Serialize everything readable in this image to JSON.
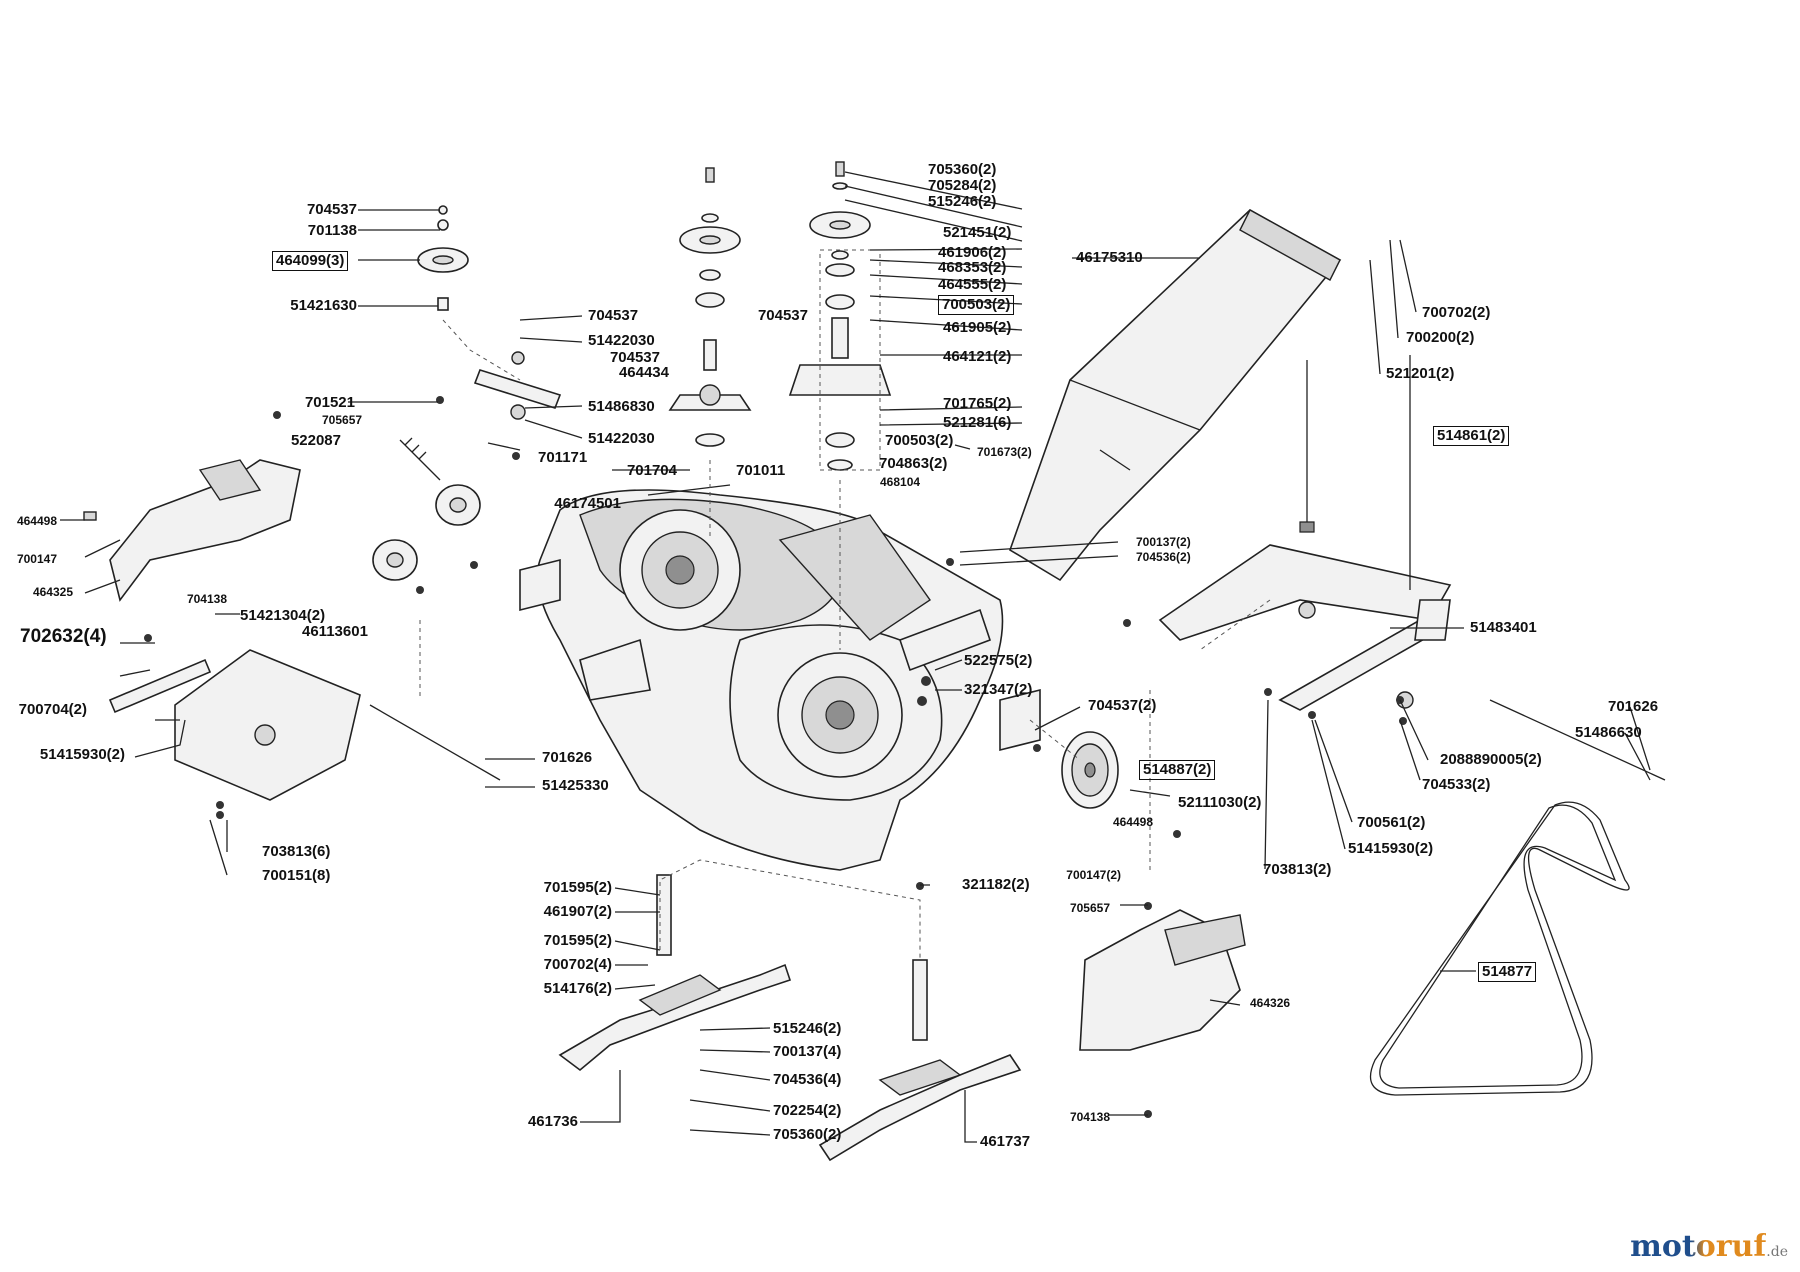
{
  "diagram": {
    "parts": {
      "p704537a": "704537",
      "p701138": "701138",
      "p464099": "464099(3)",
      "p51421630": "51421630",
      "p704537b": "704537",
      "p51422030a": "51422030",
      "p704537c": "704537",
      "p464434": "464434",
      "p51486830": "51486830",
      "p51422030b": "51422030",
      "p701521": "701521",
      "p705657a": "705657",
      "p522087": "522087",
      "p701171": "701171",
      "p701704": "701704",
      "p701011": "701011",
      "p46174501": "46174501",
      "p464498a": "464498",
      "p700147a": "700147",
      "p464325": "464325",
      "p704138a": "704138",
      "p51421304": "51421304(2)",
      "p46113601": "46113601",
      "p702632": "702632(4)",
      "p700704": "700704(2)",
      "p51415930a": "51415930(2)",
      "p701626a": "701626",
      "p51425330": "51425330",
      "p703813a": "703813(6)",
      "p700151": "700151(8)",
      "p705360a": "705360(2)",
      "p705284": "705284(2)",
      "p515246a": "515246(2)",
      "p521451": "521451(2)",
      "p461906": "461906(2)",
      "p468353": "468353(2)",
      "p464555": "464555(2)",
      "p704537d": "704537",
      "p700503a": "700503(2)",
      "p461905": "461905(2)",
      "p464121": "464121(2)",
      "p701765": "701765(2)",
      "p521281": "521281(6)",
      "p700503b": "700503(2)",
      "p701673": "701673(2)",
      "p704863": "704863(2)",
      "p468104": "468104",
      "p46175310": "46175310",
      "p700702a": "700702(2)",
      "p700200": "700200(2)",
      "p521201": "521201(2)",
      "p514861": "514861(2)",
      "p700137a": "700137(2)",
      "p704536a": "704536(2)",
      "p51483401": "51483401",
      "p522575": "522575(2)",
      "p321347": "321347(2)",
      "p704537e": "704537(2)",
      "p514887": "514887(2)",
      "p52111030": "52111030(2)",
      "p464498b": "464498",
      "p701626b": "701626",
      "p51486630": "51486630",
      "p2088890005": "2088890005(2)",
      "p704533": "704533(2)",
      "p700561": "700561(2)",
      "p51415930b": "51415930(2)",
      "p703813b": "703813(2)",
      "p700147b": "700147(2)",
      "p321182": "321182(2)",
      "p705657b": "705657",
      "p464326": "464326",
      "p514877": "514877",
      "p704138b": "704138",
      "p701595a": "701595(2)",
      "p461907": "461907(2)",
      "p701595b": "701595(2)",
      "p700702b": "700702(4)",
      "p514176": "514176(2)",
      "p515246b": "515246(2)",
      "p700137b": "700137(4)",
      "p704536b": "704536(4)",
      "p702254": "702254(2)",
      "p705360b": "705360(2)",
      "p461736": "461736",
      "p461737": "461737"
    }
  },
  "watermark": {
    "text": "motoruf",
    "suffix": ".de"
  },
  "colors": {
    "line": "#222222",
    "fill_light": "#f2f2f2",
    "fill_mid": "#d9d9d9",
    "fill_dark": "#9a9a9a"
  }
}
